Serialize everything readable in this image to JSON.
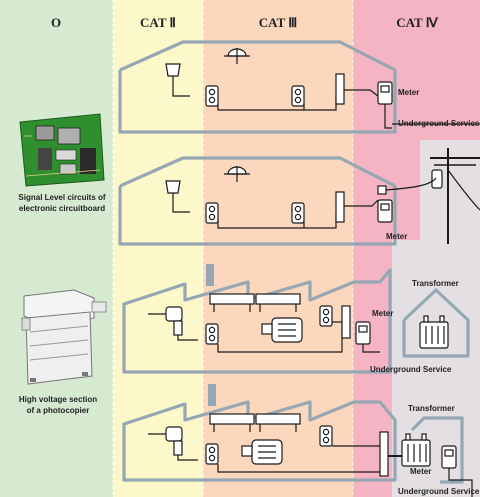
{
  "columns": [
    {
      "label": "O",
      "color": "#d6ead2"
    },
    {
      "label": "CAT Ⅱ",
      "color": "#fdf8c9"
    },
    {
      "label": "CAT Ⅲ",
      "color": "#fbd7bd"
    },
    {
      "label": "CAT Ⅳ",
      "color": "#f4b4c4"
    }
  ],
  "labels": {
    "meter": "Meter",
    "underground_service": "Underground Service",
    "transformer": "Transformer",
    "circuitboard_line1": "Signal Level circuits of",
    "circuitboard_line2": "electronic circuitboard",
    "photocopier_line1": "High voltage section",
    "photocopier_line2": "of a photocopier"
  }
}
